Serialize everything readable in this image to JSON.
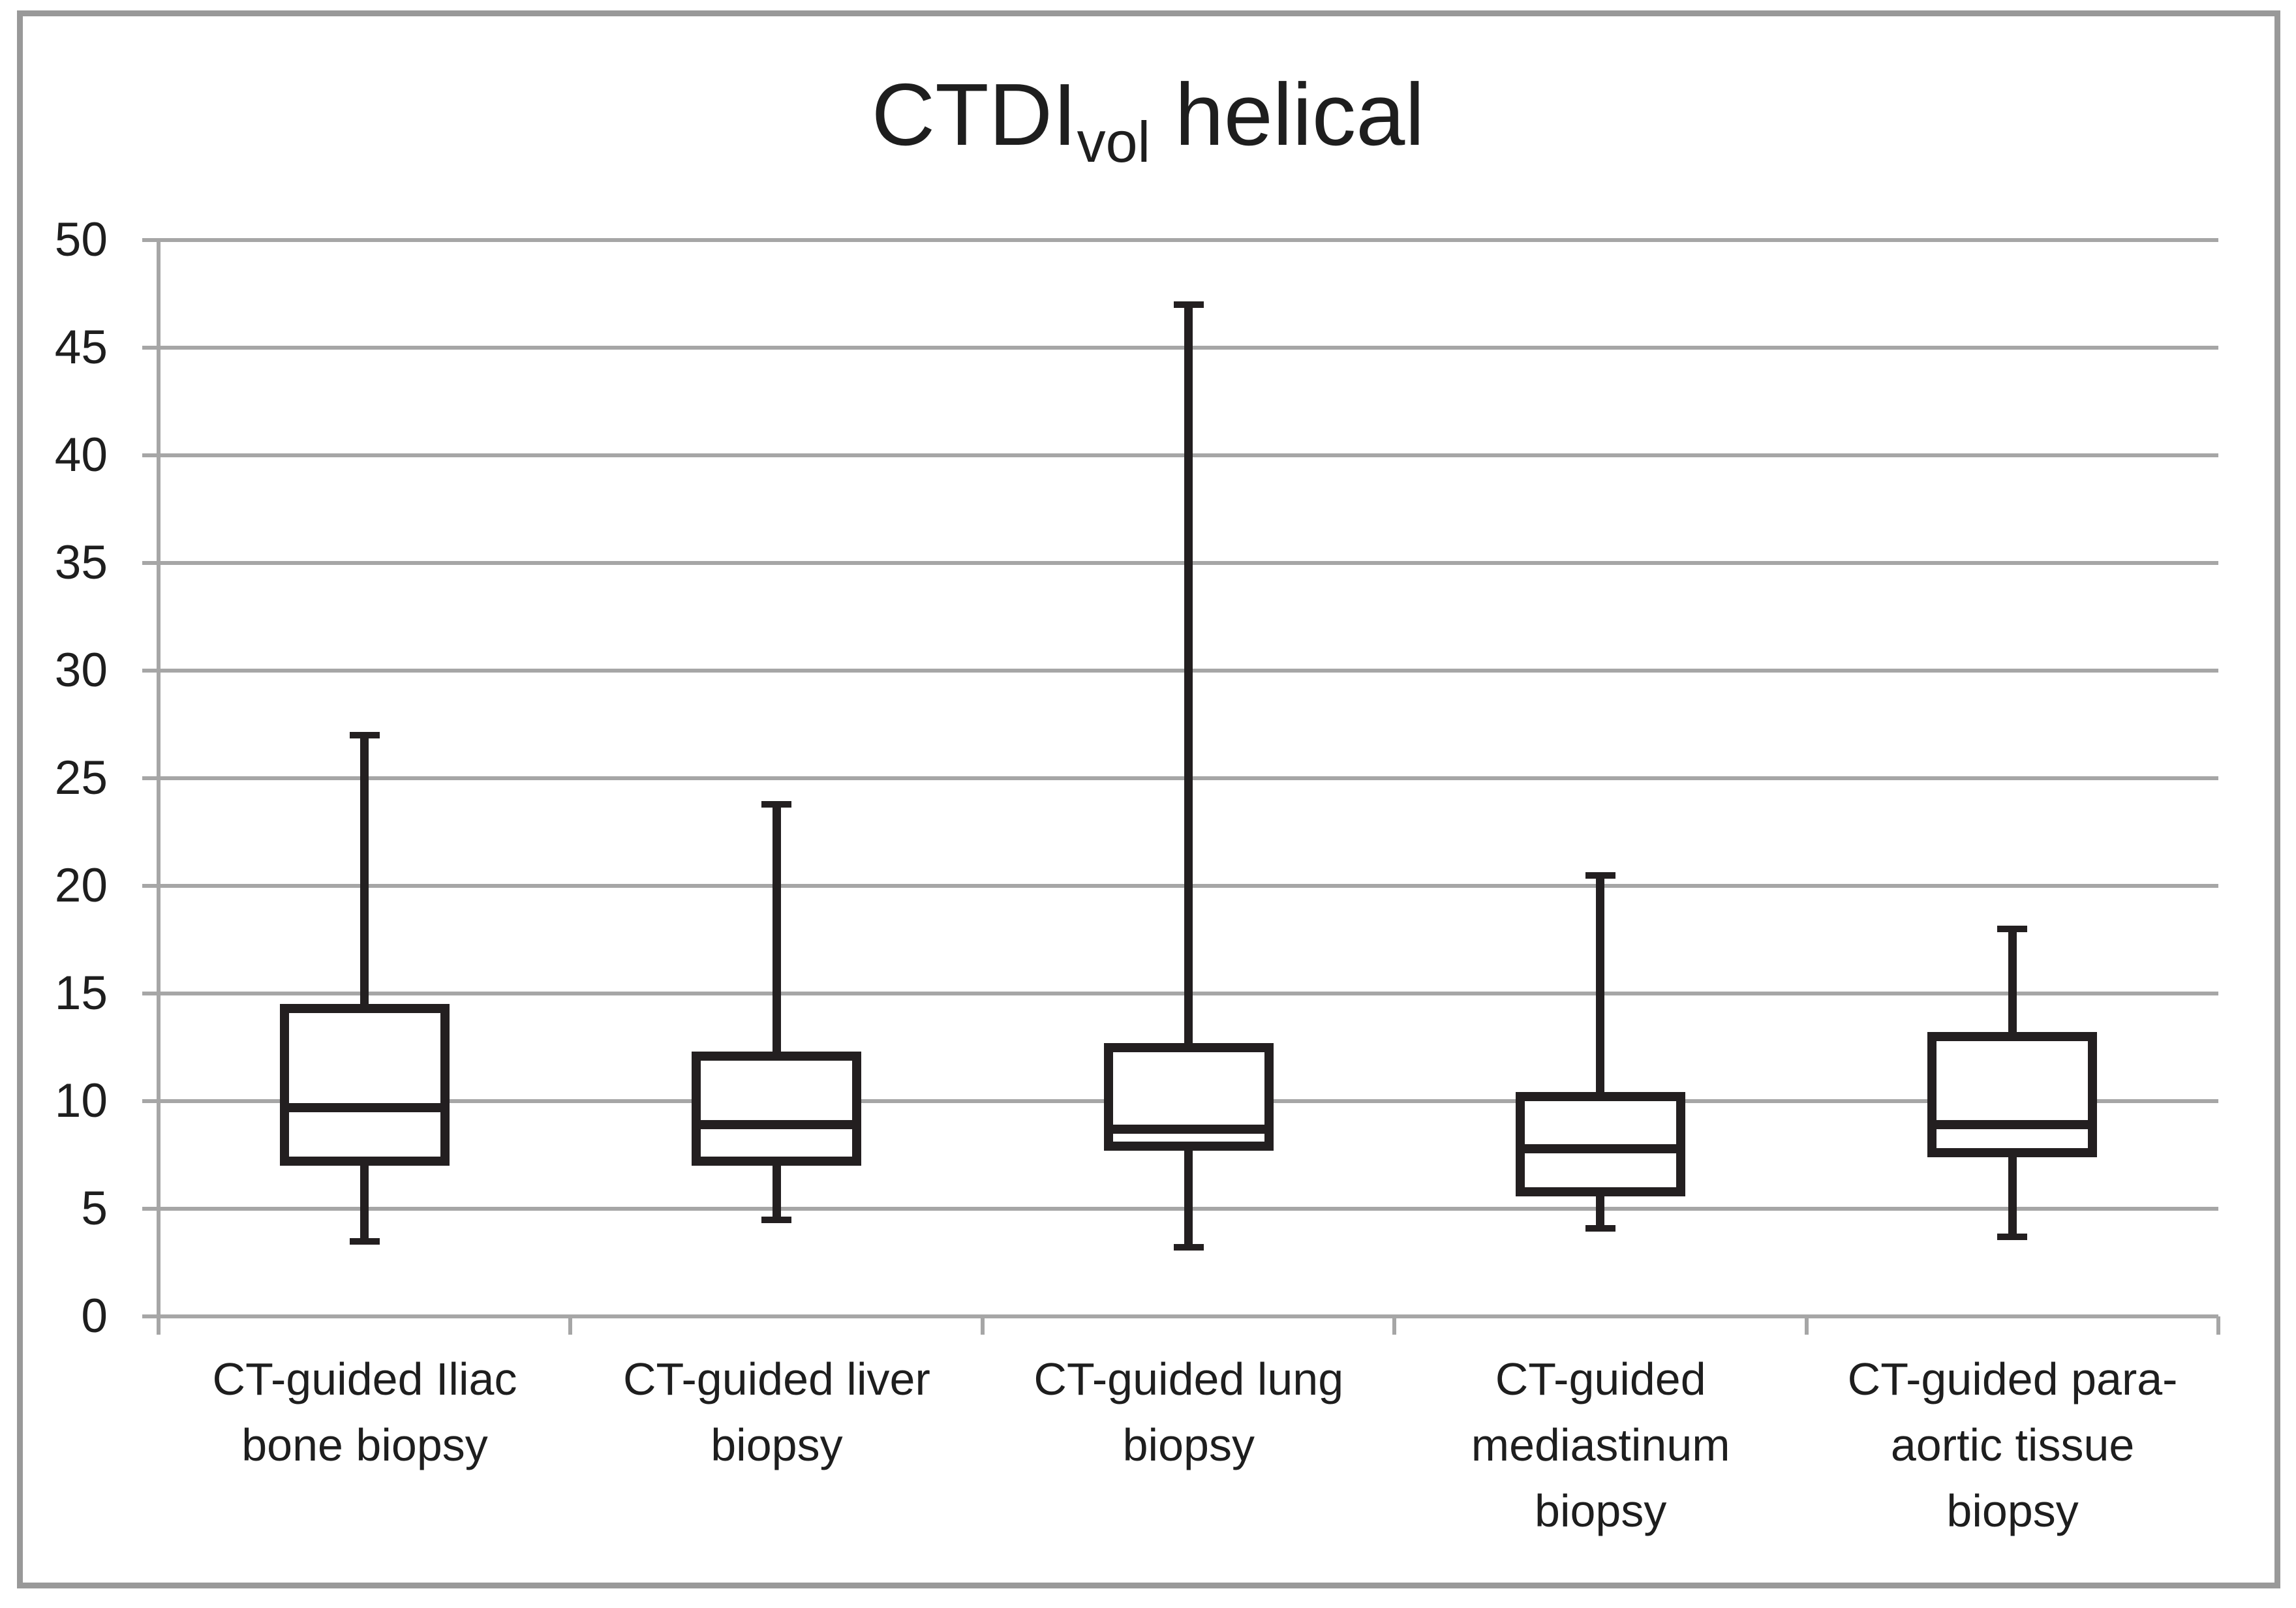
{
  "title": {
    "main": "CTDI",
    "sub": "vol",
    "rest": " helical"
  },
  "colors": {
    "gridline": "#a6a6a6",
    "frame": "#999999",
    "box_stroke": "#231f20",
    "text": "#1e1e1e",
    "background": "#ffffff"
  },
  "chart_data": {
    "type": "boxplot",
    "title": "CTDIvol helical",
    "xlabel": "",
    "ylabel": "",
    "ylim": [
      0,
      50
    ],
    "yticks": [
      0,
      5,
      10,
      15,
      20,
      25,
      30,
      35,
      40,
      45,
      50
    ],
    "grid": true,
    "legend": false,
    "categories": [
      "CT-guided Iliac bone biopsy",
      "CT-guided liver biopsy",
      "CT-guided lung biopsy",
      "CT-guided mediastinum biopsy",
      "CT-guided para-aortic tissue biopsy"
    ],
    "category_label_lines": [
      [
        "CT-guided Iliac",
        "bone biopsy"
      ],
      [
        "CT-guided liver",
        "biopsy"
      ],
      [
        "CT-guided lung",
        "biopsy"
      ],
      [
        "CT-guided",
        "mediastinum",
        "biopsy"
      ],
      [
        "CT-guided para-",
        "aortic tissue",
        "biopsy"
      ]
    ],
    "series": [
      {
        "name": "CT-guided Iliac bone biopsy",
        "min": 3.5,
        "q1": 7.2,
        "median": 9.7,
        "q3": 14.3,
        "max": 27.0
      },
      {
        "name": "CT-guided liver biopsy",
        "min": 4.5,
        "q1": 7.2,
        "median": 8.9,
        "q3": 12.1,
        "max": 23.8
      },
      {
        "name": "CT-guided lung biopsy",
        "min": 3.2,
        "q1": 7.9,
        "median": 8.7,
        "q3": 12.5,
        "max": 47.0
      },
      {
        "name": "CT-guided mediastinum biopsy",
        "min": 4.1,
        "q1": 5.8,
        "median": 7.8,
        "q3": 10.2,
        "max": 20.5
      },
      {
        "name": "CT-guided para-aortic tissue biopsy",
        "min": 3.7,
        "q1": 7.6,
        "median": 8.9,
        "q3": 13.0,
        "max": 18.0
      }
    ]
  }
}
